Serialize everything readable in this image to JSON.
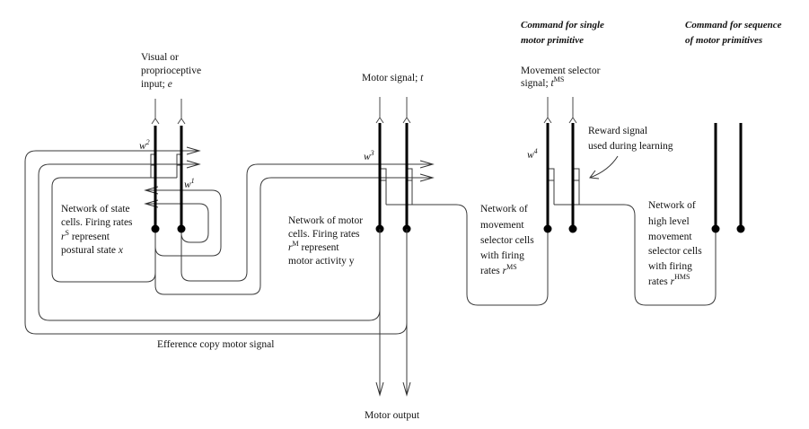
{
  "figure": {
    "headers": {
      "single": [
        "Command for single",
        "motor primitive"
      ],
      "sequence": [
        "Command for sequence",
        "of motor primitives"
      ]
    },
    "inputs": {
      "visual": {
        "lines": [
          "Visual or",
          "proprioceptive",
          "input; "
        ],
        "var": "e"
      },
      "motor_signal": {
        "text": "Motor signal; ",
        "var": "t"
      },
      "movement_selector": {
        "lines": [
          "Movement selector",
          "signal; "
        ],
        "var": "t",
        "sup": "MS"
      }
    },
    "weights": {
      "w1": {
        "base": "w",
        "sup": "1"
      },
      "w2": {
        "base": "w",
        "sup": "2"
      },
      "w3": {
        "base": "w",
        "sup": "3"
      },
      "w4": {
        "base": "w",
        "sup": "4"
      }
    },
    "networks": {
      "state": {
        "lines": [
          "Network of state",
          "cells.  Firing rates",
          " represent",
          "postural state  "
        ],
        "rate_var": "r",
        "rate_sup": "S",
        "state_var": "x"
      },
      "motor": {
        "lines": [
          "Network of motor",
          "cells.  Firing rates",
          " represent",
          "motor activity y"
        ],
        "rate_var": "r",
        "rate_sup": "M"
      },
      "movement_selector": {
        "lines": [
          "Network of",
          "movement",
          "selector cells",
          "with firing",
          "rates  "
        ],
        "rate_var": "r",
        "rate_sup": "MS"
      },
      "high_level": {
        "lines": [
          "Network of",
          "high level",
          "movement",
          "selector cells",
          "with firing",
          "rates  "
        ],
        "rate_var": "r",
        "rate_sup": "HMS"
      }
    },
    "reward": [
      "Reward signal",
      "used during learning"
    ],
    "efference_label": "Efference copy motor signal",
    "motor_output_label": "Motor output"
  }
}
